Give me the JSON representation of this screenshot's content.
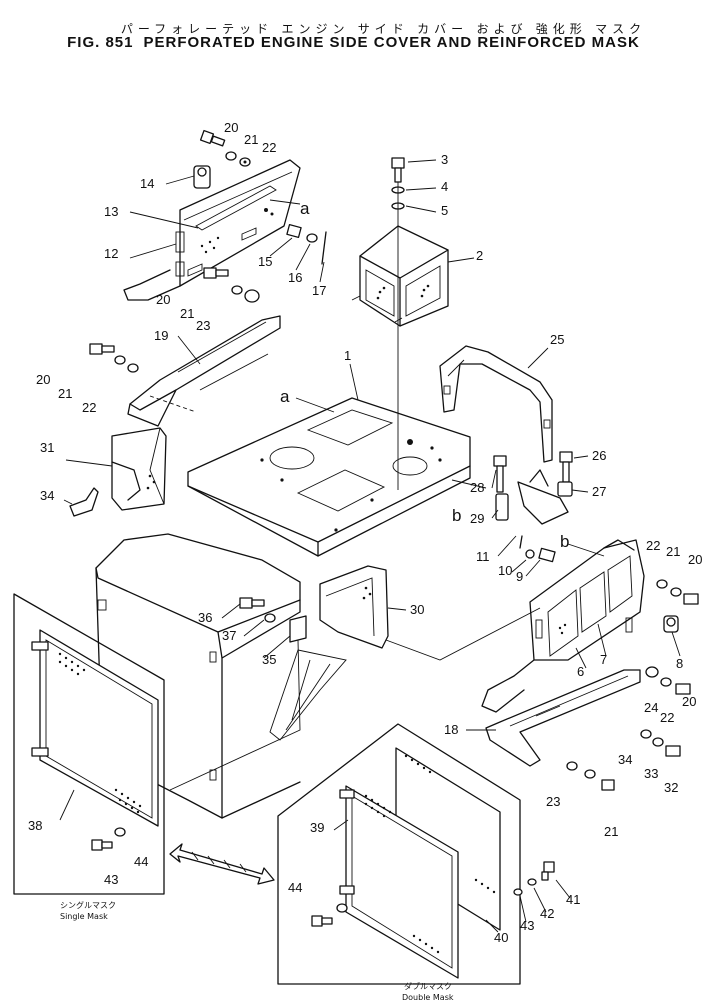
{
  "title": {
    "japanese": "パーフォレーテッド エンジン サイド カバー および 強化形 マスク",
    "figure_no": "FIG. 851",
    "english": "PERFORATED ENGINE SIDE COVER AND REINFORCED MASK"
  },
  "captions": {
    "single_jp": "シングルマスク",
    "single_en": "Single Mask",
    "double_jp": "ダブルマスク",
    "double_en": "Double Mask"
  },
  "reference_letters": [
    "a",
    "a",
    "b",
    "b"
  ],
  "callouts": [
    "1",
    "2",
    "3",
    "4",
    "5",
    "6",
    "7",
    "8",
    "9",
    "10",
    "11",
    "12",
    "13",
    "14",
    "15",
    "16",
    "17",
    "18",
    "19",
    "20",
    "20",
    "20",
    "20",
    "20",
    "21",
    "21",
    "21",
    "21",
    "21",
    "22",
    "22",
    "22",
    "22",
    "23",
    "23",
    "24",
    "25",
    "26",
    "27",
    "28",
    "29",
    "30",
    "31",
    "32",
    "33",
    "34",
    "34",
    "35",
    "36",
    "37",
    "38",
    "39",
    "40",
    "41",
    "42",
    "43",
    "43",
    "44",
    "44"
  ]
}
